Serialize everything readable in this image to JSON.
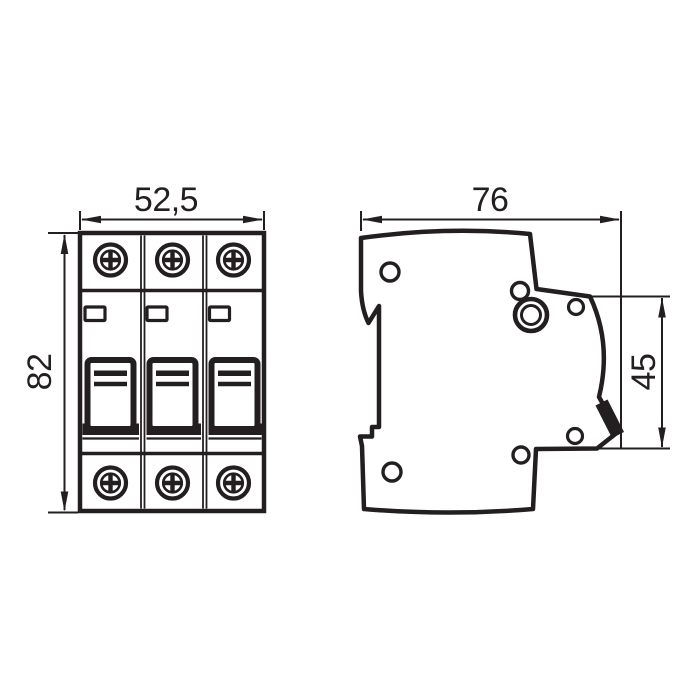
{
  "document": {
    "type": "technical-drawing",
    "subject": "3-pole modular circuit breaker, front view and side view",
    "background_color": "#ffffff",
    "line_color": "#231f20"
  },
  "front_view": {
    "poles": 3,
    "dimensions": {
      "width": "52,5",
      "height": "82"
    }
  },
  "side_view": {
    "dimensions": {
      "depth": "76",
      "front_height": "45"
    }
  }
}
